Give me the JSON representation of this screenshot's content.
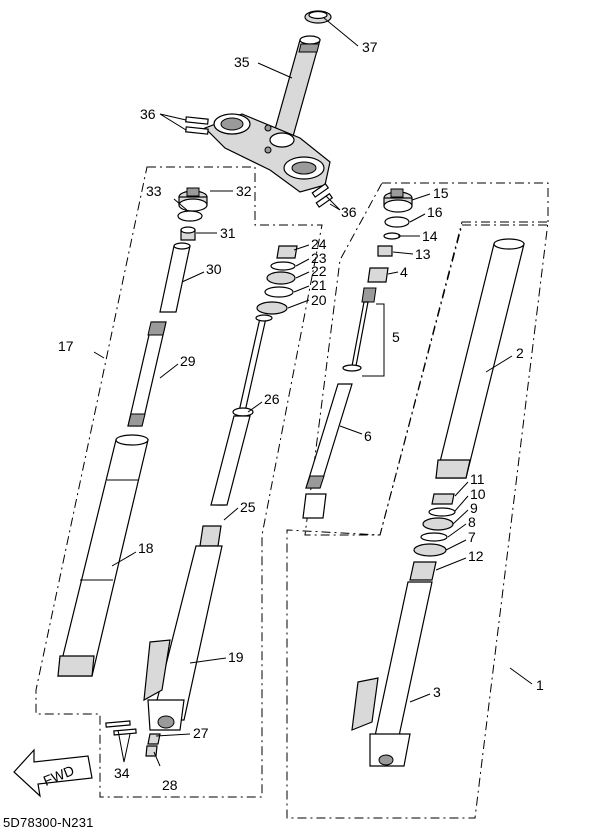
{
  "diagram": {
    "fwd_label": "FWD",
    "drawing_code": "5D78300-N231",
    "callouts": {
      "c1": "1",
      "c2": "2",
      "c3": "3",
      "c4": "4",
      "c5": "5",
      "c6": "6",
      "c7": "7",
      "c8": "8",
      "c9": "9",
      "c10": "10",
      "c11": "11",
      "c12": "12",
      "c13": "13",
      "c14": "14",
      "c15": "15",
      "c16": "16",
      "c17": "17",
      "c18": "18",
      "c19": "19",
      "c20": "20",
      "c21": "21",
      "c22": "22",
      "c23": "23",
      "c24": "24",
      "c25": "25",
      "c26": "26",
      "c27": "27",
      "c28": "28",
      "c29": "29",
      "c30": "30",
      "c31": "31",
      "c32": "32",
      "c33": "33",
      "c34": "34",
      "c35": "35",
      "c36a": "36",
      "c36b": "36",
      "c37": "37"
    }
  }
}
